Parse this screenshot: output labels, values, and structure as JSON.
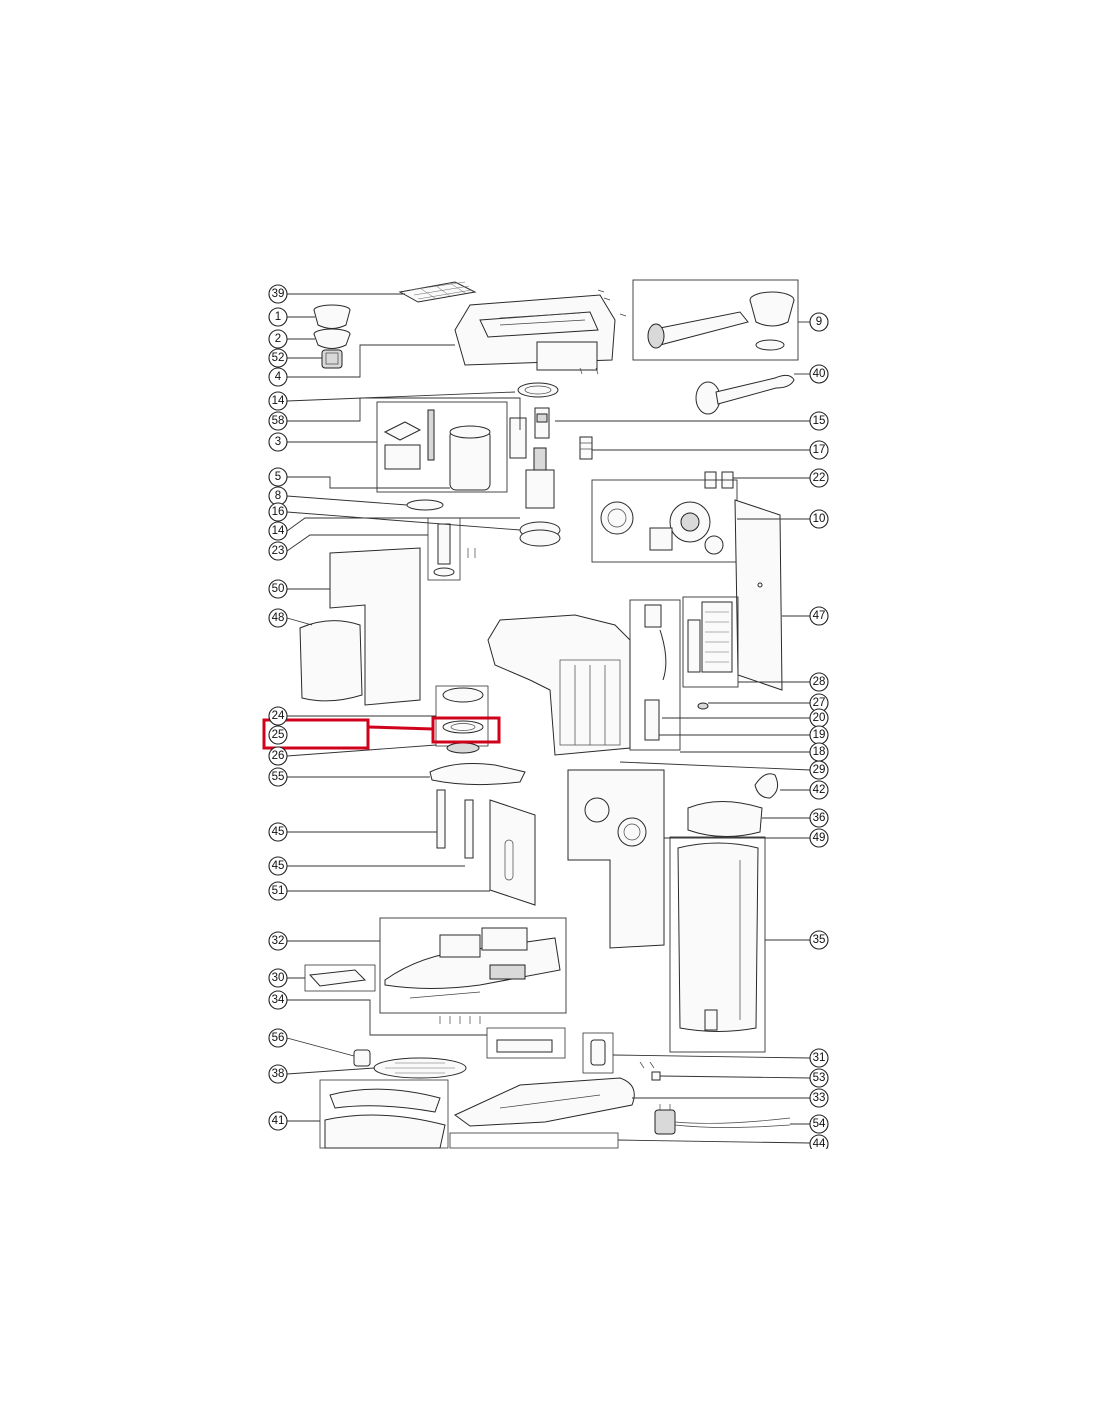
{
  "labels": {
    "p39": "39",
    "p1": "1",
    "p2": "2",
    "p52": "52",
    "p4": "4",
    "p14a": "14",
    "p58": "58",
    "p3": "3",
    "p5": "5",
    "p8": "8",
    "p16": "16",
    "p14b": "14",
    "p23": "23",
    "p50": "50",
    "p48": "48",
    "p24": "24",
    "p25": "25",
    "p26": "26",
    "p55": "55",
    "p45a": "45",
    "p45b": "45",
    "p51": "51",
    "p32": "32",
    "p30": "30",
    "p34": "34",
    "p56": "56",
    "p38": "38",
    "p41": "41",
    "p9": "9",
    "p40": "40",
    "p15": "15",
    "p17": "17",
    "p22": "22",
    "p10": "10",
    "p47": "47",
    "p28": "28",
    "p27": "27",
    "p20": "20",
    "p19": "19",
    "p18": "18",
    "p29": "29",
    "p42": "42",
    "p36": "36",
    "p49": "49",
    "p35": "35",
    "p31": "31",
    "p53": "53",
    "p33": "33",
    "p54": "54",
    "p44": "44"
  },
  "highlight": {
    "part": "25",
    "color": "#d0021b"
  }
}
